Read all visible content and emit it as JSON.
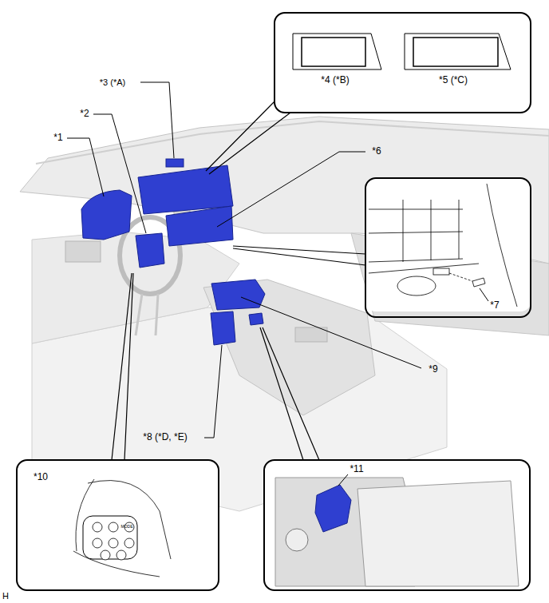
{
  "diagram": {
    "nodes": [
      {
        "text": [
          "*4 (*B)",
          "*5 (*C)"
        ]
      },
      {
        "text": [
          "*7"
        ]
      },
      {
        "text": [
          "*10"
        ]
      },
      {
        "text": [
          "*11"
        ]
      }
    ],
    "labels": [
      "*3 (*A)",
      "*2",
      "*1",
      "*6",
      "*9",
      "*8 (*D, *E)",
      "H",
      "MODE"
    ]
  }
}
